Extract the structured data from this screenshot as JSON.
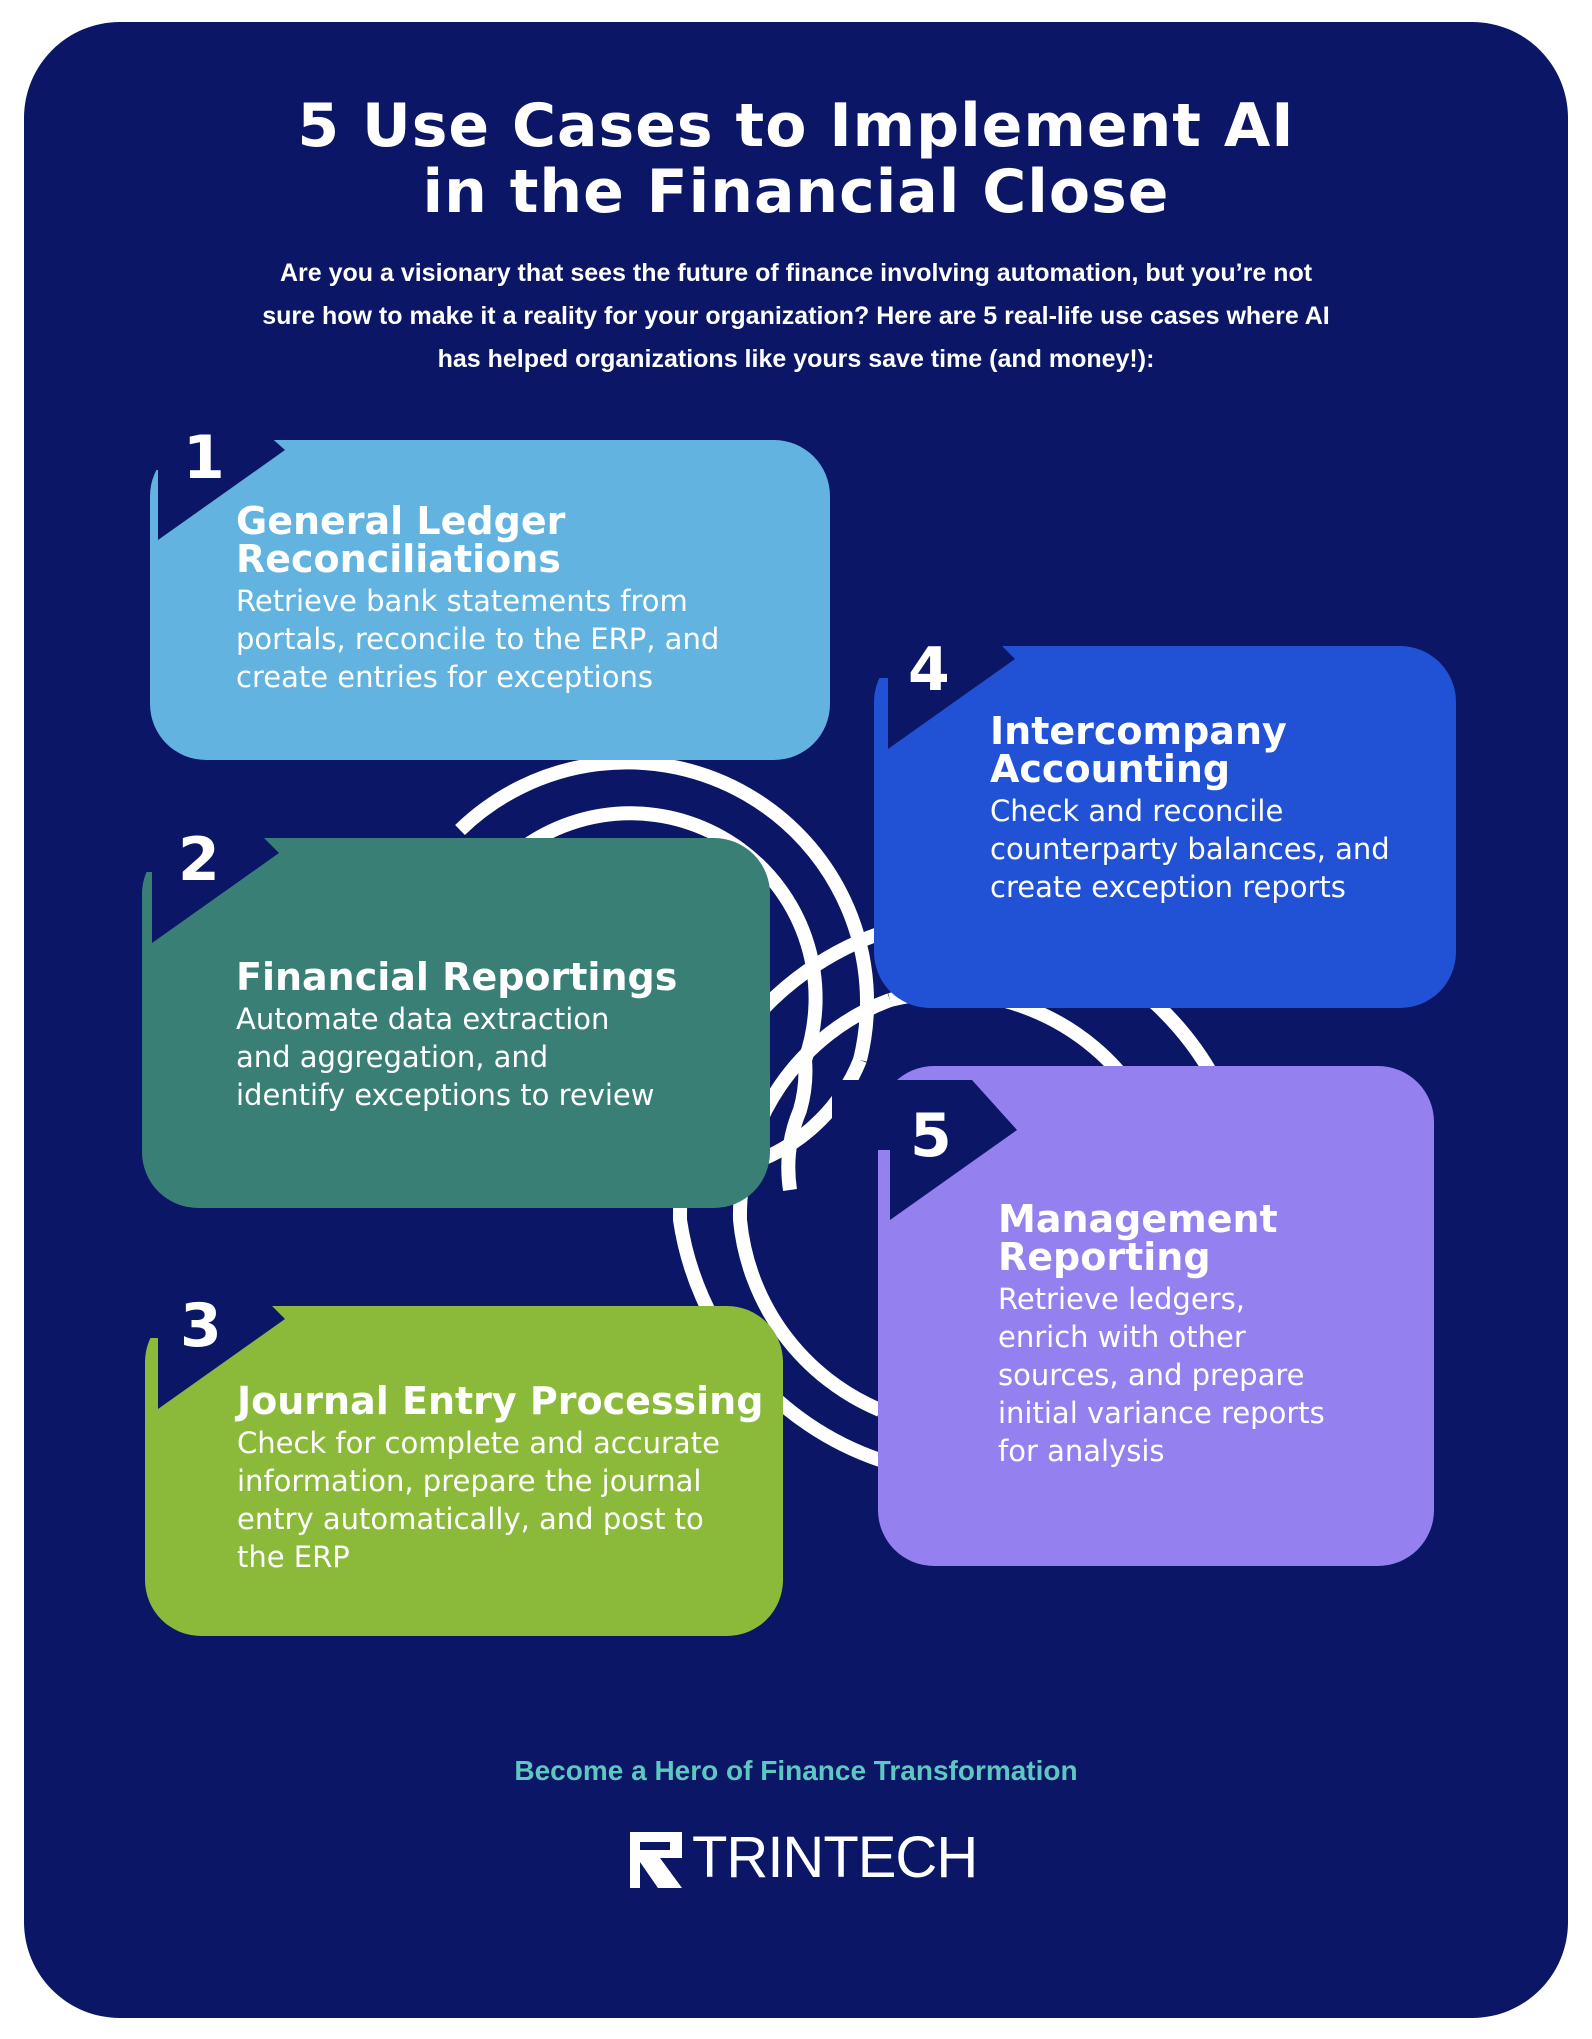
{
  "header": {
    "title_line1": "5 Use Cases to Implement AI",
    "title_line2": "in the Financial Close",
    "intro_line1": "Are you a visionary that sees the future of finance involving automation, but you’re not",
    "intro_line2": "sure how to make it a reality for your organization? Here are 5 real-life use cases where AI",
    "intro_line3": "has helped organizations like yours save time (and money!):"
  },
  "use_cases": [
    {
      "number": "1",
      "title_lines": [
        "General Ledger",
        "Reconciliations"
      ],
      "desc_lines": [
        "Retrieve bank statements from",
        "portals, reconcile to the ERP, and",
        "create entries for exceptions"
      ],
      "color": "#62b3e0"
    },
    {
      "number": "2",
      "title_lines": [
        "Financial Reportings"
      ],
      "desc_lines": [
        "Automate data extraction",
        "and aggregation, and",
        "identify exceptions to review"
      ],
      "color": "#3a7f76"
    },
    {
      "number": "3",
      "title_lines": [
        "Journal Entry Processing"
      ],
      "desc_lines": [
        "Check for complete and accurate",
        "information, prepare the journal",
        "entry automatically, and post to",
        "the ERP"
      ],
      "color": "#8bba3a"
    },
    {
      "number": "4",
      "title_lines": [
        "Intercompany",
        "Accounting"
      ],
      "desc_lines": [
        "Check and reconcile",
        "counterparty balances, and",
        "create exception reports"
      ],
      "color": "#2152d6"
    },
    {
      "number": "5",
      "title_lines": [
        "Management",
        "Reporting"
      ],
      "desc_lines": [
        "Retrieve ledgers,",
        "enrich with other",
        "sources, and prepare",
        "initial variance reports",
        "for analysis"
      ],
      "color": "#9480ee"
    }
  ],
  "footer": {
    "tagline": "Become a Hero of Finance Transformation",
    "logo_text": "TRINTECH",
    "tagline_color": "#5ec8c0"
  },
  "colors": {
    "background": "#0b1766",
    "badge": "#0b1766",
    "ring": "#ffffff"
  }
}
